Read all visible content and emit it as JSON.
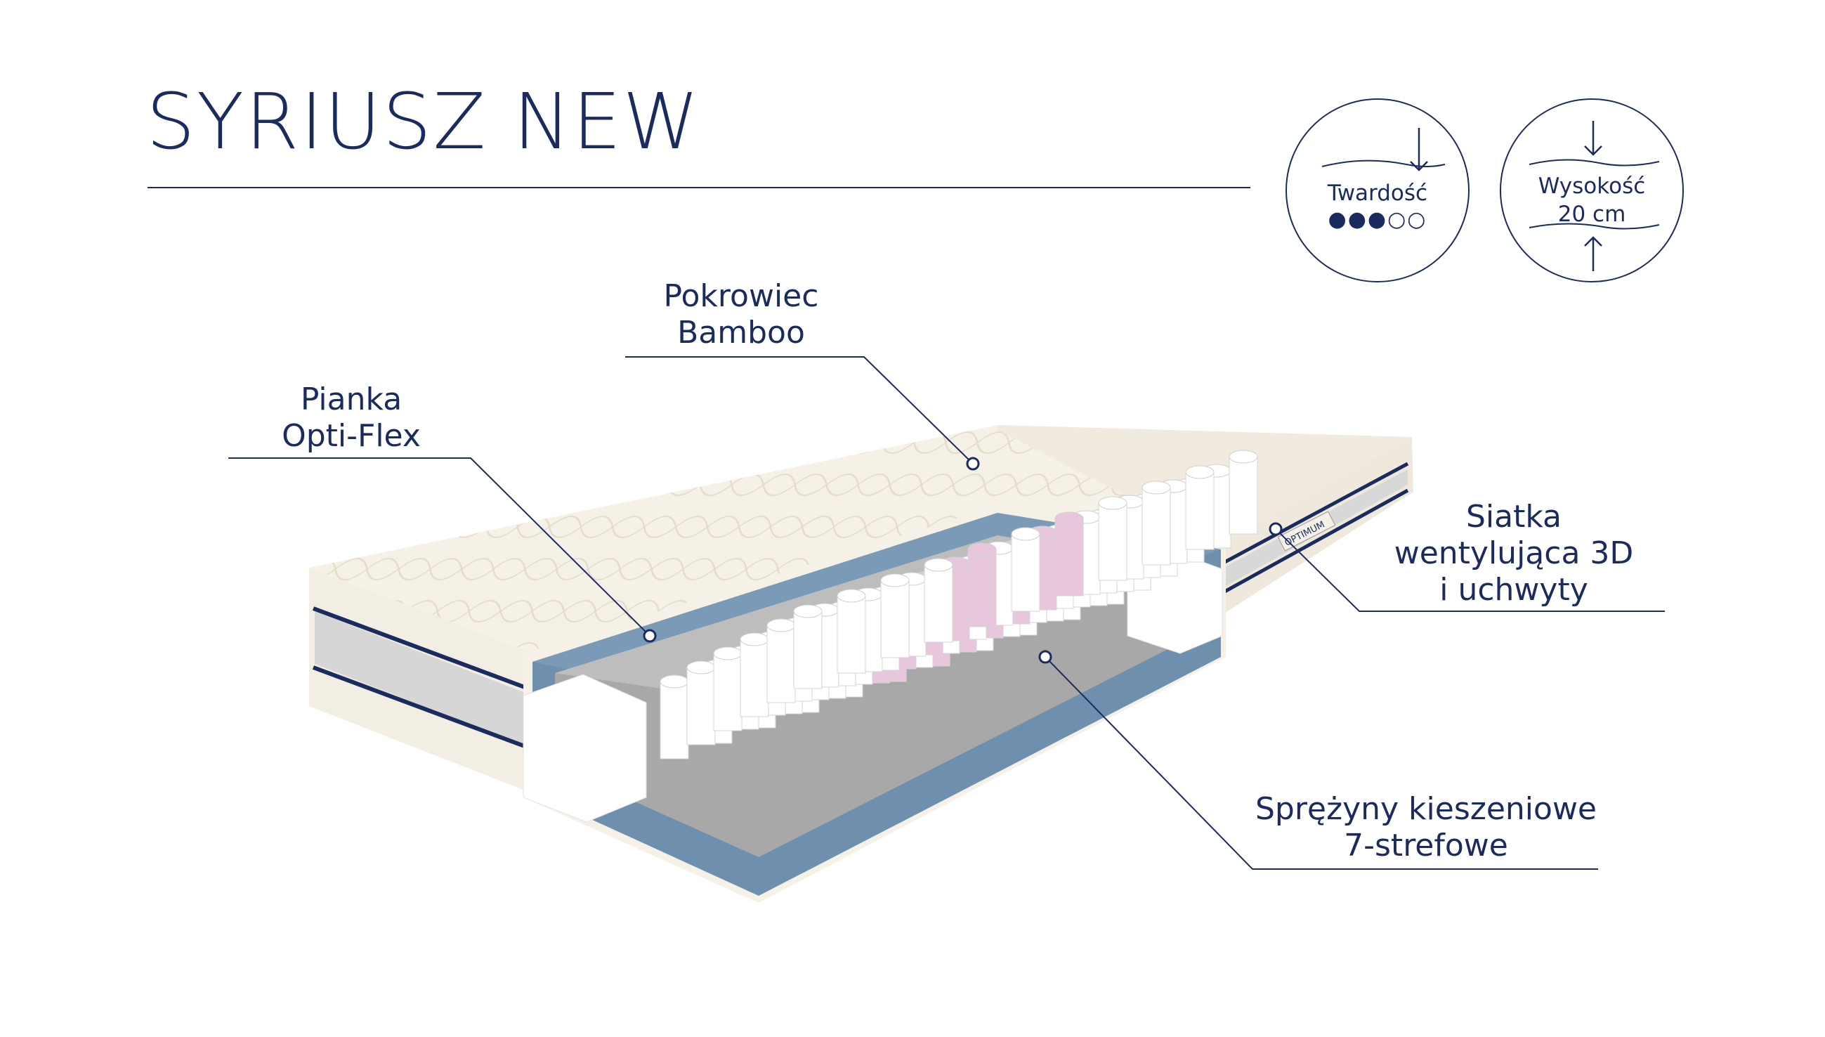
{
  "title": "SYRIUSZ NEW",
  "hardness": {
    "label": "Twardość",
    "level": 3,
    "max": 5
  },
  "height": {
    "label": "Wysokość",
    "value": "20 cm"
  },
  "annotations": {
    "cover": {
      "line1": "Pokrowiec",
      "line2": "Bamboo"
    },
    "foam": {
      "line1": "Pianka",
      "line2": "Opti-Flex"
    },
    "mesh": {
      "line1": "Siatka",
      "line2": "wentylująca 3D",
      "line3": "i uchwyty"
    },
    "springs": {
      "line1": "Sprężyny kieszeniowe",
      "line2": "7-strefowe"
    }
  },
  "brand_label": "OPTIMUM",
  "colors": {
    "navy": "#1b2b5e",
    "foam_blue": "#6f8fae",
    "cover": "#f6f1e7",
    "pink_spring": "#e8c7dc"
  }
}
